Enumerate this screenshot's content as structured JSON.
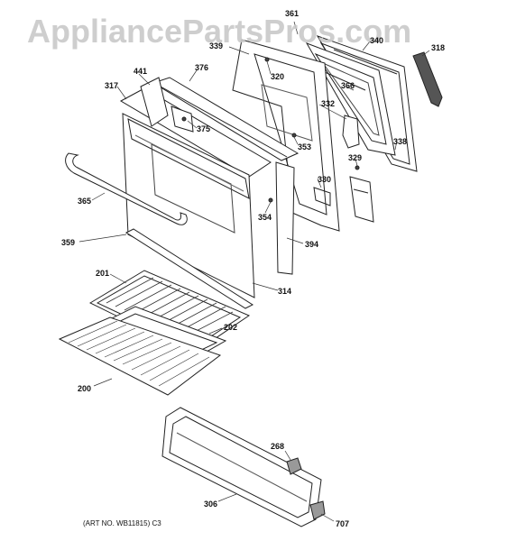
{
  "watermark": "AppliancePartsPros.com",
  "art_number": "(ART NO. WB11815) C3",
  "callouts": {
    "c361": "361",
    "c340": "340",
    "c318": "318",
    "c339": "339",
    "c320": "320",
    "c441": "441",
    "c376": "376",
    "c317": "317",
    "c366": "366",
    "c332": "332",
    "c375": "375",
    "c353": "353",
    "c338": "338",
    "c329": "329",
    "c330": "330",
    "c365": "365",
    "c354": "354",
    "c394": "394",
    "c359": "359",
    "c201": "201",
    "c314": "314",
    "c202": "202",
    "c200": "200",
    "c268": "268",
    "c306": "306",
    "c707": "707"
  }
}
